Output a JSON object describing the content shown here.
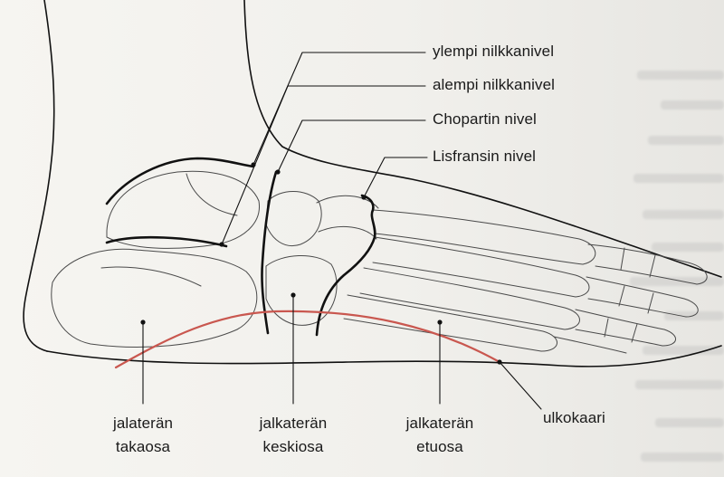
{
  "diagram": {
    "joint_labels": {
      "ylempi_nilkkanivel": "ylempi nilkkanivel",
      "alempi_nilkkanivel": "alempi nilkkanivel",
      "chopartin_nivel": "Chopartin nivel",
      "lisfransin_nivel": "Lisfransin nivel"
    },
    "region_labels": {
      "jalaterän_takaosa": {
        "line1": "jalaterän",
        "line2": "takaosa"
      },
      "jalkaterän_keskiosa": {
        "line1": "jalkaterän",
        "line2": "keskiosa"
      },
      "jalkaterän_etuosa": {
        "line1": "jalkaterän",
        "line2": "etuosa"
      }
    },
    "ulkokaari_label": "ulkokaari",
    "colors": {
      "arch": "#c9574f",
      "outline": "#111111",
      "bone": "#4a4a4a"
    }
  }
}
